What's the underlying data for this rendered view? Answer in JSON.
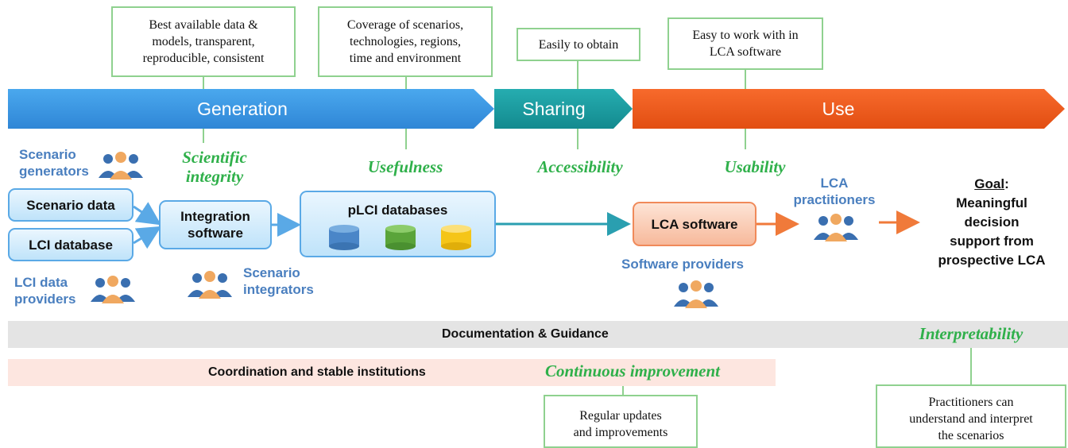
{
  "phases": {
    "generation": "Generation",
    "sharing": "Sharing",
    "use": "Use"
  },
  "callouts": {
    "best_data": "Best available data &\nmodels, transparent,\nreproducible, consistent",
    "coverage": "Coverage of scenarios,\ntechnologies, regions,\ntime and environment",
    "obtain": "Easily to obtain",
    "easy_work": "Easy to work with in\nLCA software",
    "regular_updates": "Regular updates\nand improvements",
    "practitioners_understand": "Practitioners can\nunderstand and interpret\nthe scenarios"
  },
  "criteria": {
    "scientific_integrity": "Scientific\nintegrity",
    "usefulness": "Usefulness",
    "accessibility": "Accessibility",
    "usability": "Usability",
    "interpretability": "Interpretability",
    "continuous_improvement": "Continuous improvement"
  },
  "actors": {
    "scenario_generators": "Scenario\ngenerators",
    "lci_data_providers": "LCI data\nproviders",
    "scenario_integrators": "Scenario\nintegrators",
    "software_providers": "Software providers",
    "lca_practitioners": "LCA\npractitioners"
  },
  "boxes": {
    "scenario_data": "Scenario data",
    "lci_database": "LCI database",
    "integration_software": "Integration\nsoftware",
    "plci_databases": "pLCI databases",
    "lca_software": "LCA software"
  },
  "goal": {
    "label": "Goal",
    "colon": ":",
    "text": "Meaningful\ndecision\nsupport from\nprospective LCA"
  },
  "bands": {
    "documentation": "Documentation & Guidance",
    "coordination": "Coordination and stable institutions"
  },
  "colors": {
    "generation": "#3d9be6",
    "sharing": "#1aa0a0",
    "use": "#f25c1c",
    "criteria_green": "#2fb04a",
    "callout_border": "#8fd18f",
    "actor_blue": "#4a7fbf",
    "db_blue": "#4a86c8",
    "db_green": "#5aa43a",
    "db_yellow": "#f5c518",
    "arrow_orange": "#f07a3a"
  }
}
